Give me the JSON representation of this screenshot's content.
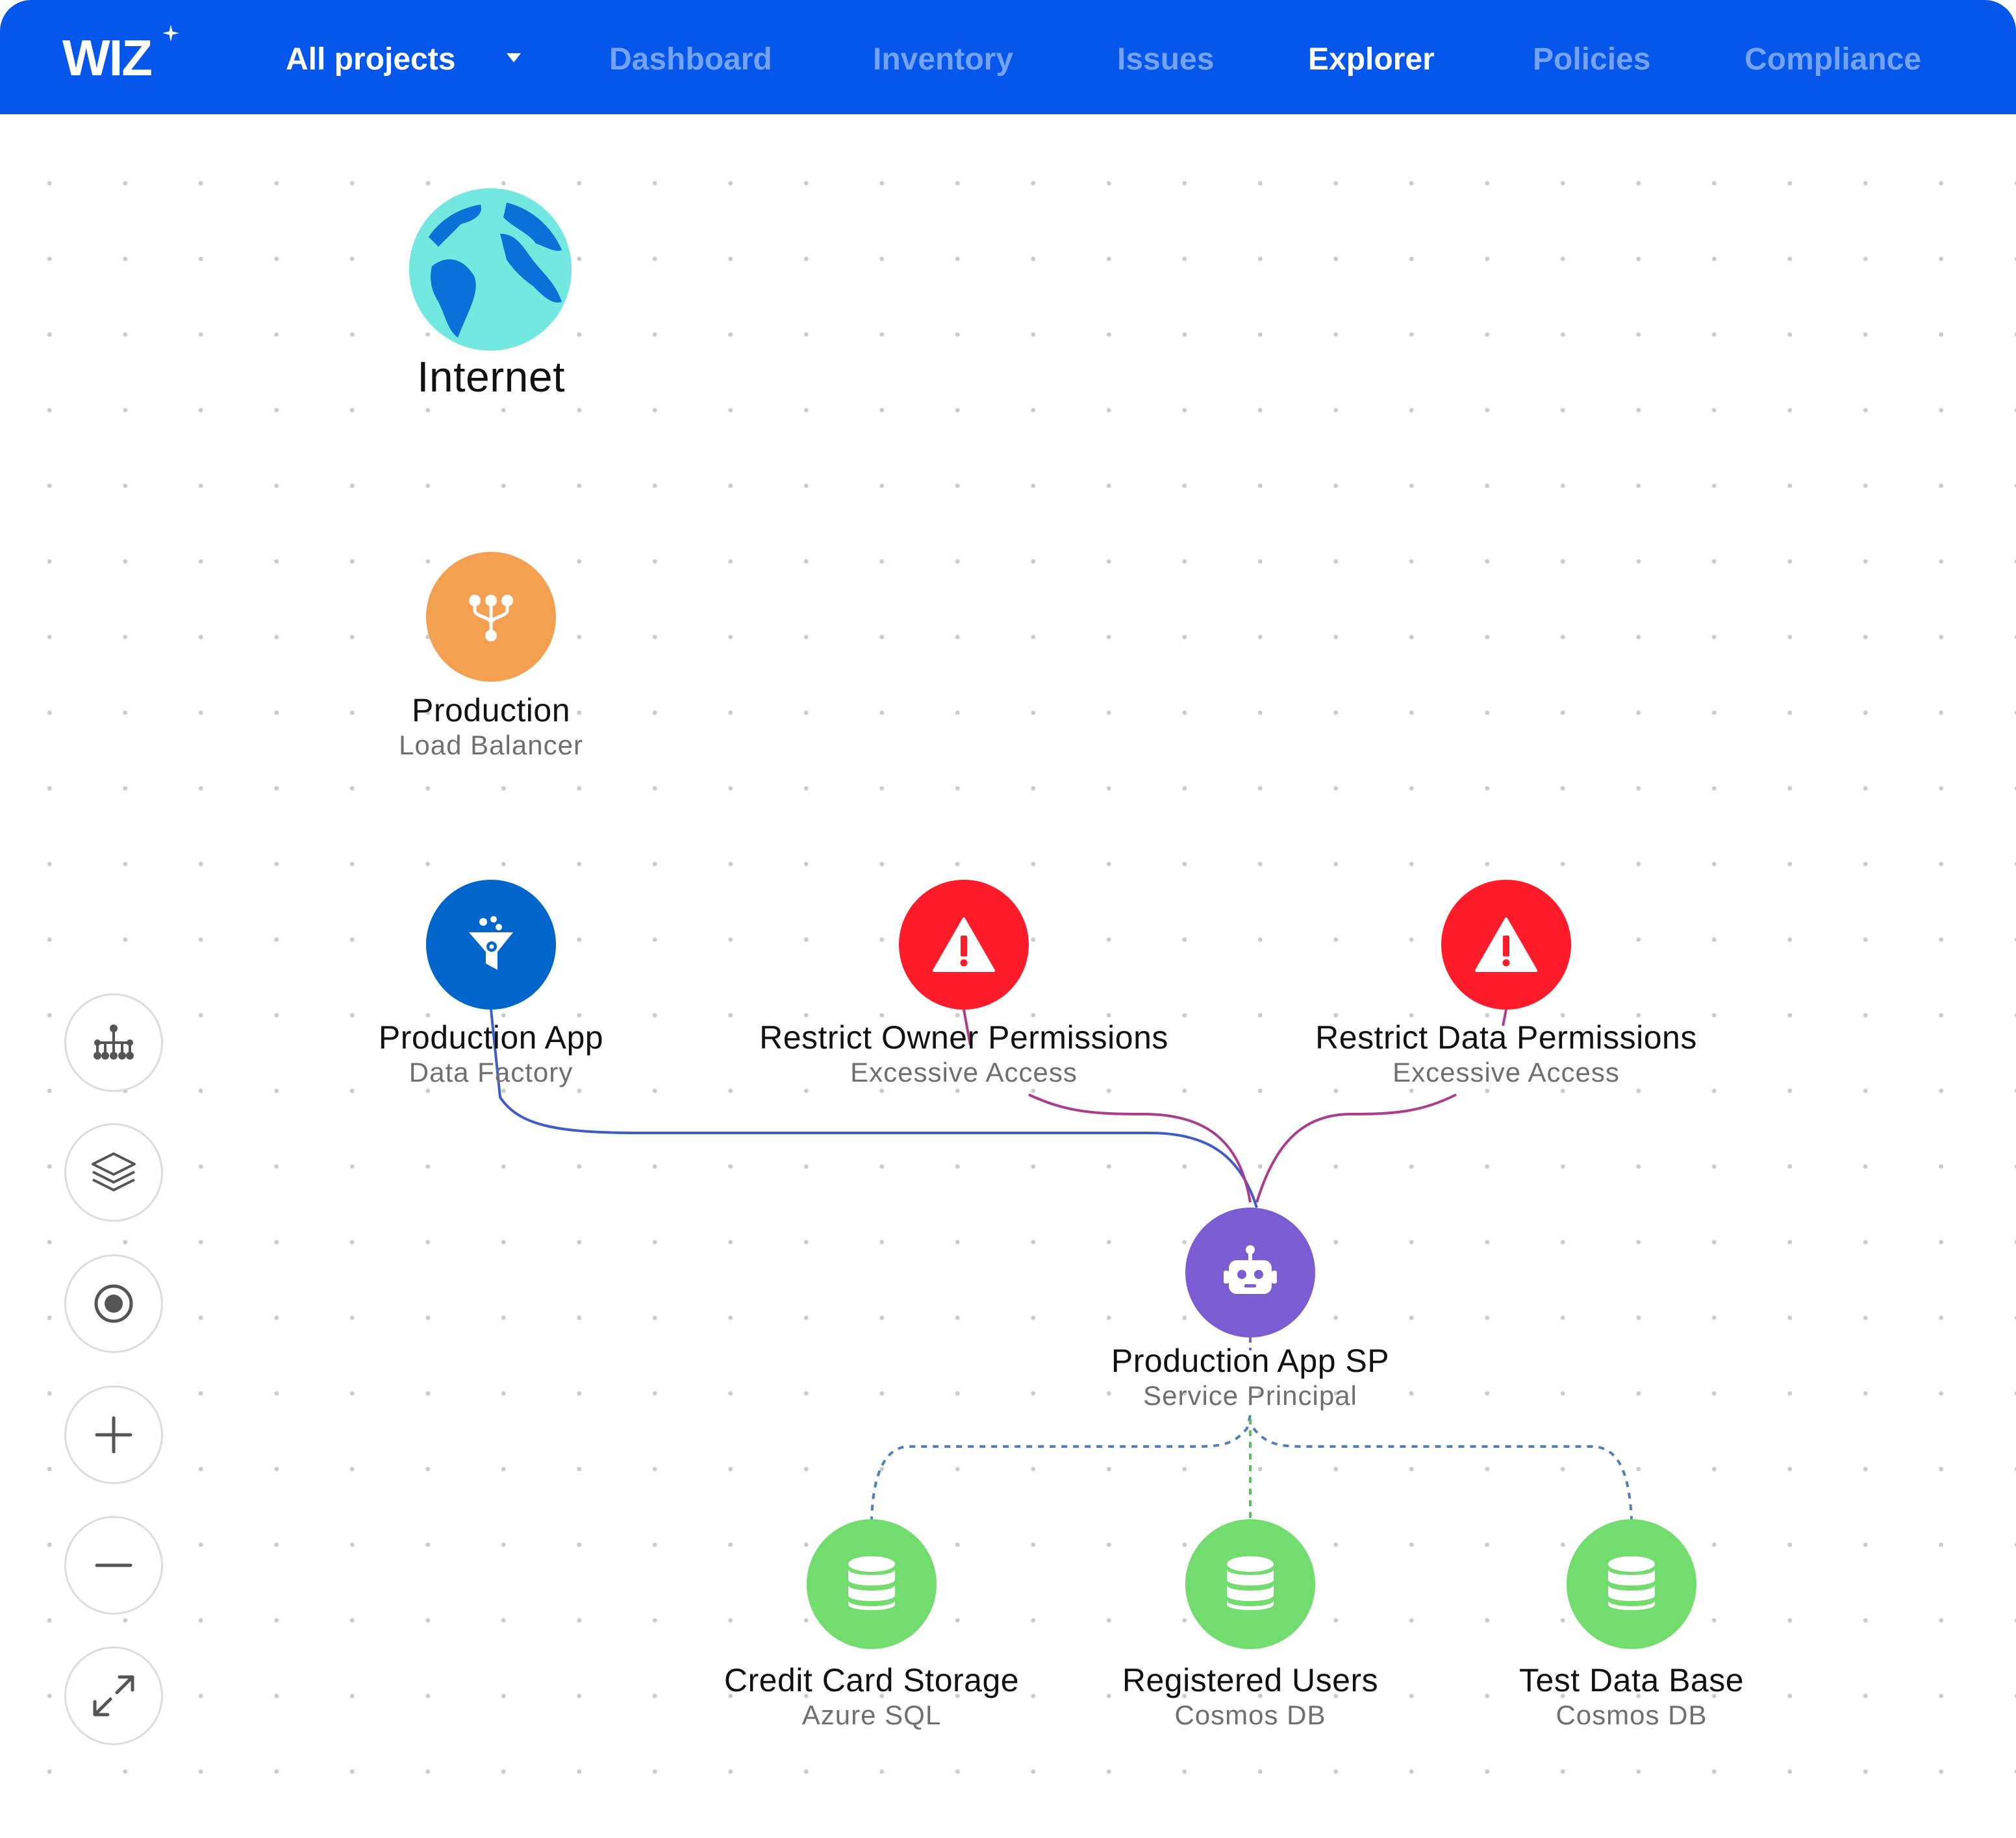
{
  "app": {
    "logo": "WIZ"
  },
  "nav": {
    "project_selector": "All projects",
    "items": [
      {
        "label": "Dashboard",
        "active": false
      },
      {
        "label": "Inventory",
        "active": false
      },
      {
        "label": "Issues",
        "active": false
      },
      {
        "label": "Explorer",
        "active": true
      },
      {
        "label": "Policies",
        "active": false
      },
      {
        "label": "Compliance",
        "active": false
      }
    ]
  },
  "colors": {
    "nav_bg": "#0556EB",
    "nav_inactive": "#74A3F5",
    "internet": "#72E8E0",
    "load_balancer": "#F3A050",
    "data_factory": "#0066CC",
    "issue": "#FF1C2A",
    "service_principal": "#7A5CD3",
    "database": "#72DD6E"
  },
  "graph": {
    "internet": {
      "title": "Internet",
      "icon": "globe-icon"
    },
    "load_balancer": {
      "title": "Production",
      "subtitle": "Load Balancer",
      "icon": "load-balancer-icon"
    },
    "data_factory": {
      "title": "Production App",
      "subtitle": "Data Factory",
      "icon": "data-factory-icon"
    },
    "issue_owner": {
      "title": "Restrict Owner Permissions",
      "subtitle": "Excessive Access",
      "icon": "warning-icon"
    },
    "issue_data": {
      "title": "Restrict Data Permissions",
      "subtitle": "Excessive Access",
      "icon": "warning-icon"
    },
    "service_principal": {
      "title": "Production App SP",
      "subtitle": "Service Principal",
      "icon": "robot-icon"
    },
    "db_credit": {
      "title": "Credit Card Storage",
      "subtitle": "Azure SQL",
      "icon": "database-icon"
    },
    "db_users": {
      "title": "Registered Users",
      "subtitle": "Cosmos DB",
      "icon": "database-icon"
    },
    "db_test": {
      "title": "Test Data Base",
      "subtitle": "Cosmos DB",
      "icon": "database-icon"
    }
  },
  "toolbar": {
    "buttons": [
      {
        "name": "layout-tree-button",
        "icon": "tree-layout-icon"
      },
      {
        "name": "layers-button",
        "icon": "layers-icon"
      },
      {
        "name": "focus-button",
        "icon": "target-icon"
      },
      {
        "name": "zoom-in-button",
        "icon": "plus-icon"
      },
      {
        "name": "zoom-out-button",
        "icon": "minus-icon"
      },
      {
        "name": "fullscreen-button",
        "icon": "expand-icon"
      }
    ]
  }
}
